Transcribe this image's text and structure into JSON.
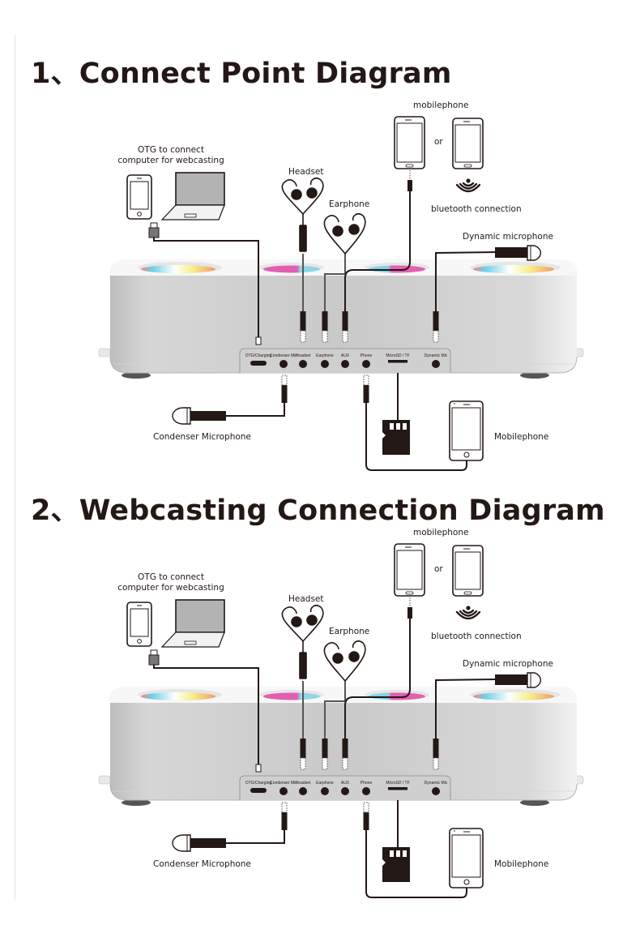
{
  "sections": [
    {
      "title": "1、Connect Point Diagram",
      "labels": {
        "otg_line1": "OTG to connect",
        "otg_line2": "computer for webcasting",
        "headset": "Headset",
        "earphone": "Earphone",
        "mobilephone_top": "mobilephone",
        "or": "or",
        "bluetooth": "bluetooth connection",
        "dynamic_mic": "Dynamic microphone",
        "condenser_mic": "Condenser Microphone",
        "mobilephone_bottom": "Mobilephone"
      }
    },
    {
      "title": "2、Webcasting Connection Diagram",
      "labels": {
        "otg_line1": "OTG to connect",
        "otg_line2": "computer for webcasting",
        "headset": "Headset",
        "earphone": "Earphone",
        "mobilephone_top": "mobilephone",
        "or": "or",
        "bluetooth": "bluetooth connection",
        "dynamic_mic": "Dynamic microphone",
        "condenser_mic": "Condenser Microphone",
        "mobilephone_bottom": "Mobilephone"
      }
    }
  ],
  "ports": [
    "OTG/Charging",
    "Condenser Mic",
    "Headset",
    "Earphone",
    "AUX",
    "Phone",
    "MicroSD / TF",
    "Dynamic Mic"
  ],
  "icons": {
    "phone": "smartphone-icon",
    "laptop": "laptop-icon",
    "usb": "usb-plug-icon",
    "headset": "headset-icon",
    "earphone": "earphone-icon",
    "bluetooth": "wireless-signal-icon",
    "dynamic_mic": "microphone-icon",
    "condenser_mic": "microphone-icon",
    "sd_card": "microsd-card-icon",
    "device": "audio-mixer-device"
  },
  "colors": {
    "ink": "#231815",
    "device_body": "#c8c8c8",
    "device_top": "#f4f4f4",
    "screen": "#b3b3b3"
  }
}
